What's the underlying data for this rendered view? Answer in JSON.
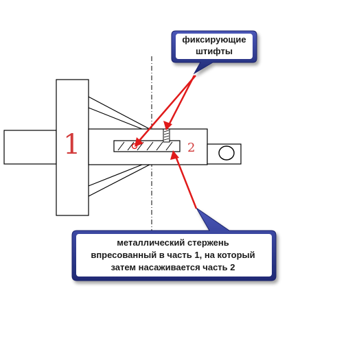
{
  "callouts": {
    "pins_line1": "фиксирующие",
    "pins_line2": "штифты",
    "rod_line1": "металлический стержень",
    "rod_line2": "впресованный в часть 1, на который",
    "rod_line3": "затем насаживается часть 2"
  },
  "parts": {
    "part1_label": "1",
    "part2_label": "2"
  },
  "colors": {
    "callout_fill": "#2f3c8f",
    "callout_inner": "#ffffff",
    "arrow": "#e01a1a",
    "drawing": "#000000",
    "part_numbers": "#d23b3b"
  }
}
